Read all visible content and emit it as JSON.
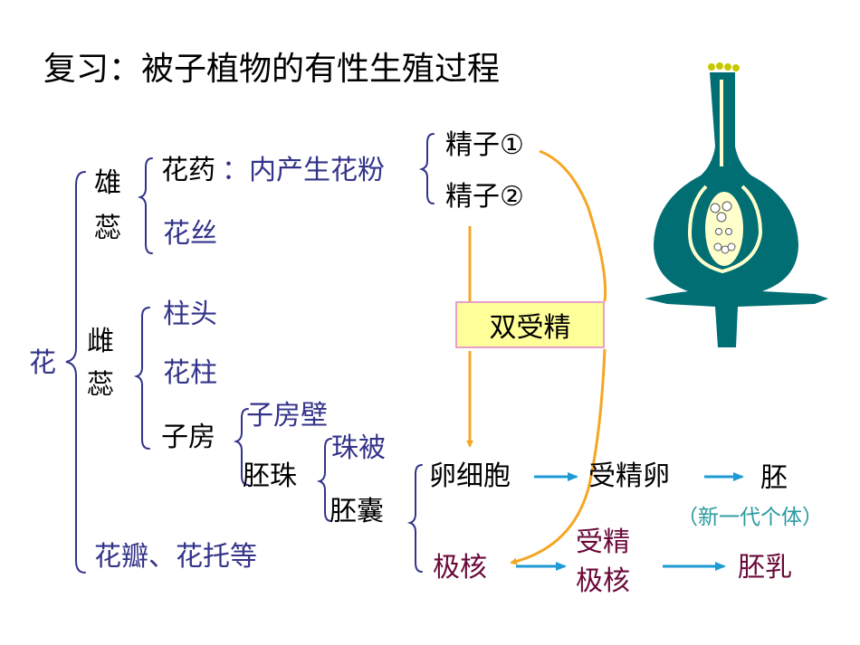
{
  "title": "复习：被子植物的有性生殖过程",
  "flower": {
    "root": "花",
    "stamen": {
      "label_1": "雄",
      "label_2": "蕊"
    },
    "anther": {
      "name": "花药",
      "desc": "：内产生花粉"
    },
    "filament": "花丝",
    "pistil": {
      "label_1": "雌",
      "label_2": "蕊"
    },
    "stigma": "柱头",
    "style_part": "花柱",
    "ovary": "子房",
    "ovary_wall": "子房壁",
    "ovule": "胚珠",
    "integument": "珠被",
    "embryo_sac": "胚囊",
    "others": "花瓣、花托等"
  },
  "sperm": {
    "first": "精子①",
    "second": "精子②"
  },
  "double_fertilization": "双受精",
  "egg_path": {
    "egg": "卵细胞",
    "zygote": "受精卵",
    "embryo": "胚",
    "note": "（新一代个体）"
  },
  "polar_path": {
    "polar": "极核",
    "fertilized_1": "受精",
    "fertilized_2": "极核",
    "endosperm": "胚乳"
  },
  "colors": {
    "navy_text": "#33338a",
    "bracket": "#33338a",
    "maroon_text": "#6a0a3a",
    "teal_text": "#2a9aa0",
    "orange_arrow": "#f5a623",
    "blue_arrow": "#1e9bd6",
    "pistil_fill": "#006e73",
    "box_fill": "#ffff99",
    "box_border": "#e8a0c8"
  }
}
